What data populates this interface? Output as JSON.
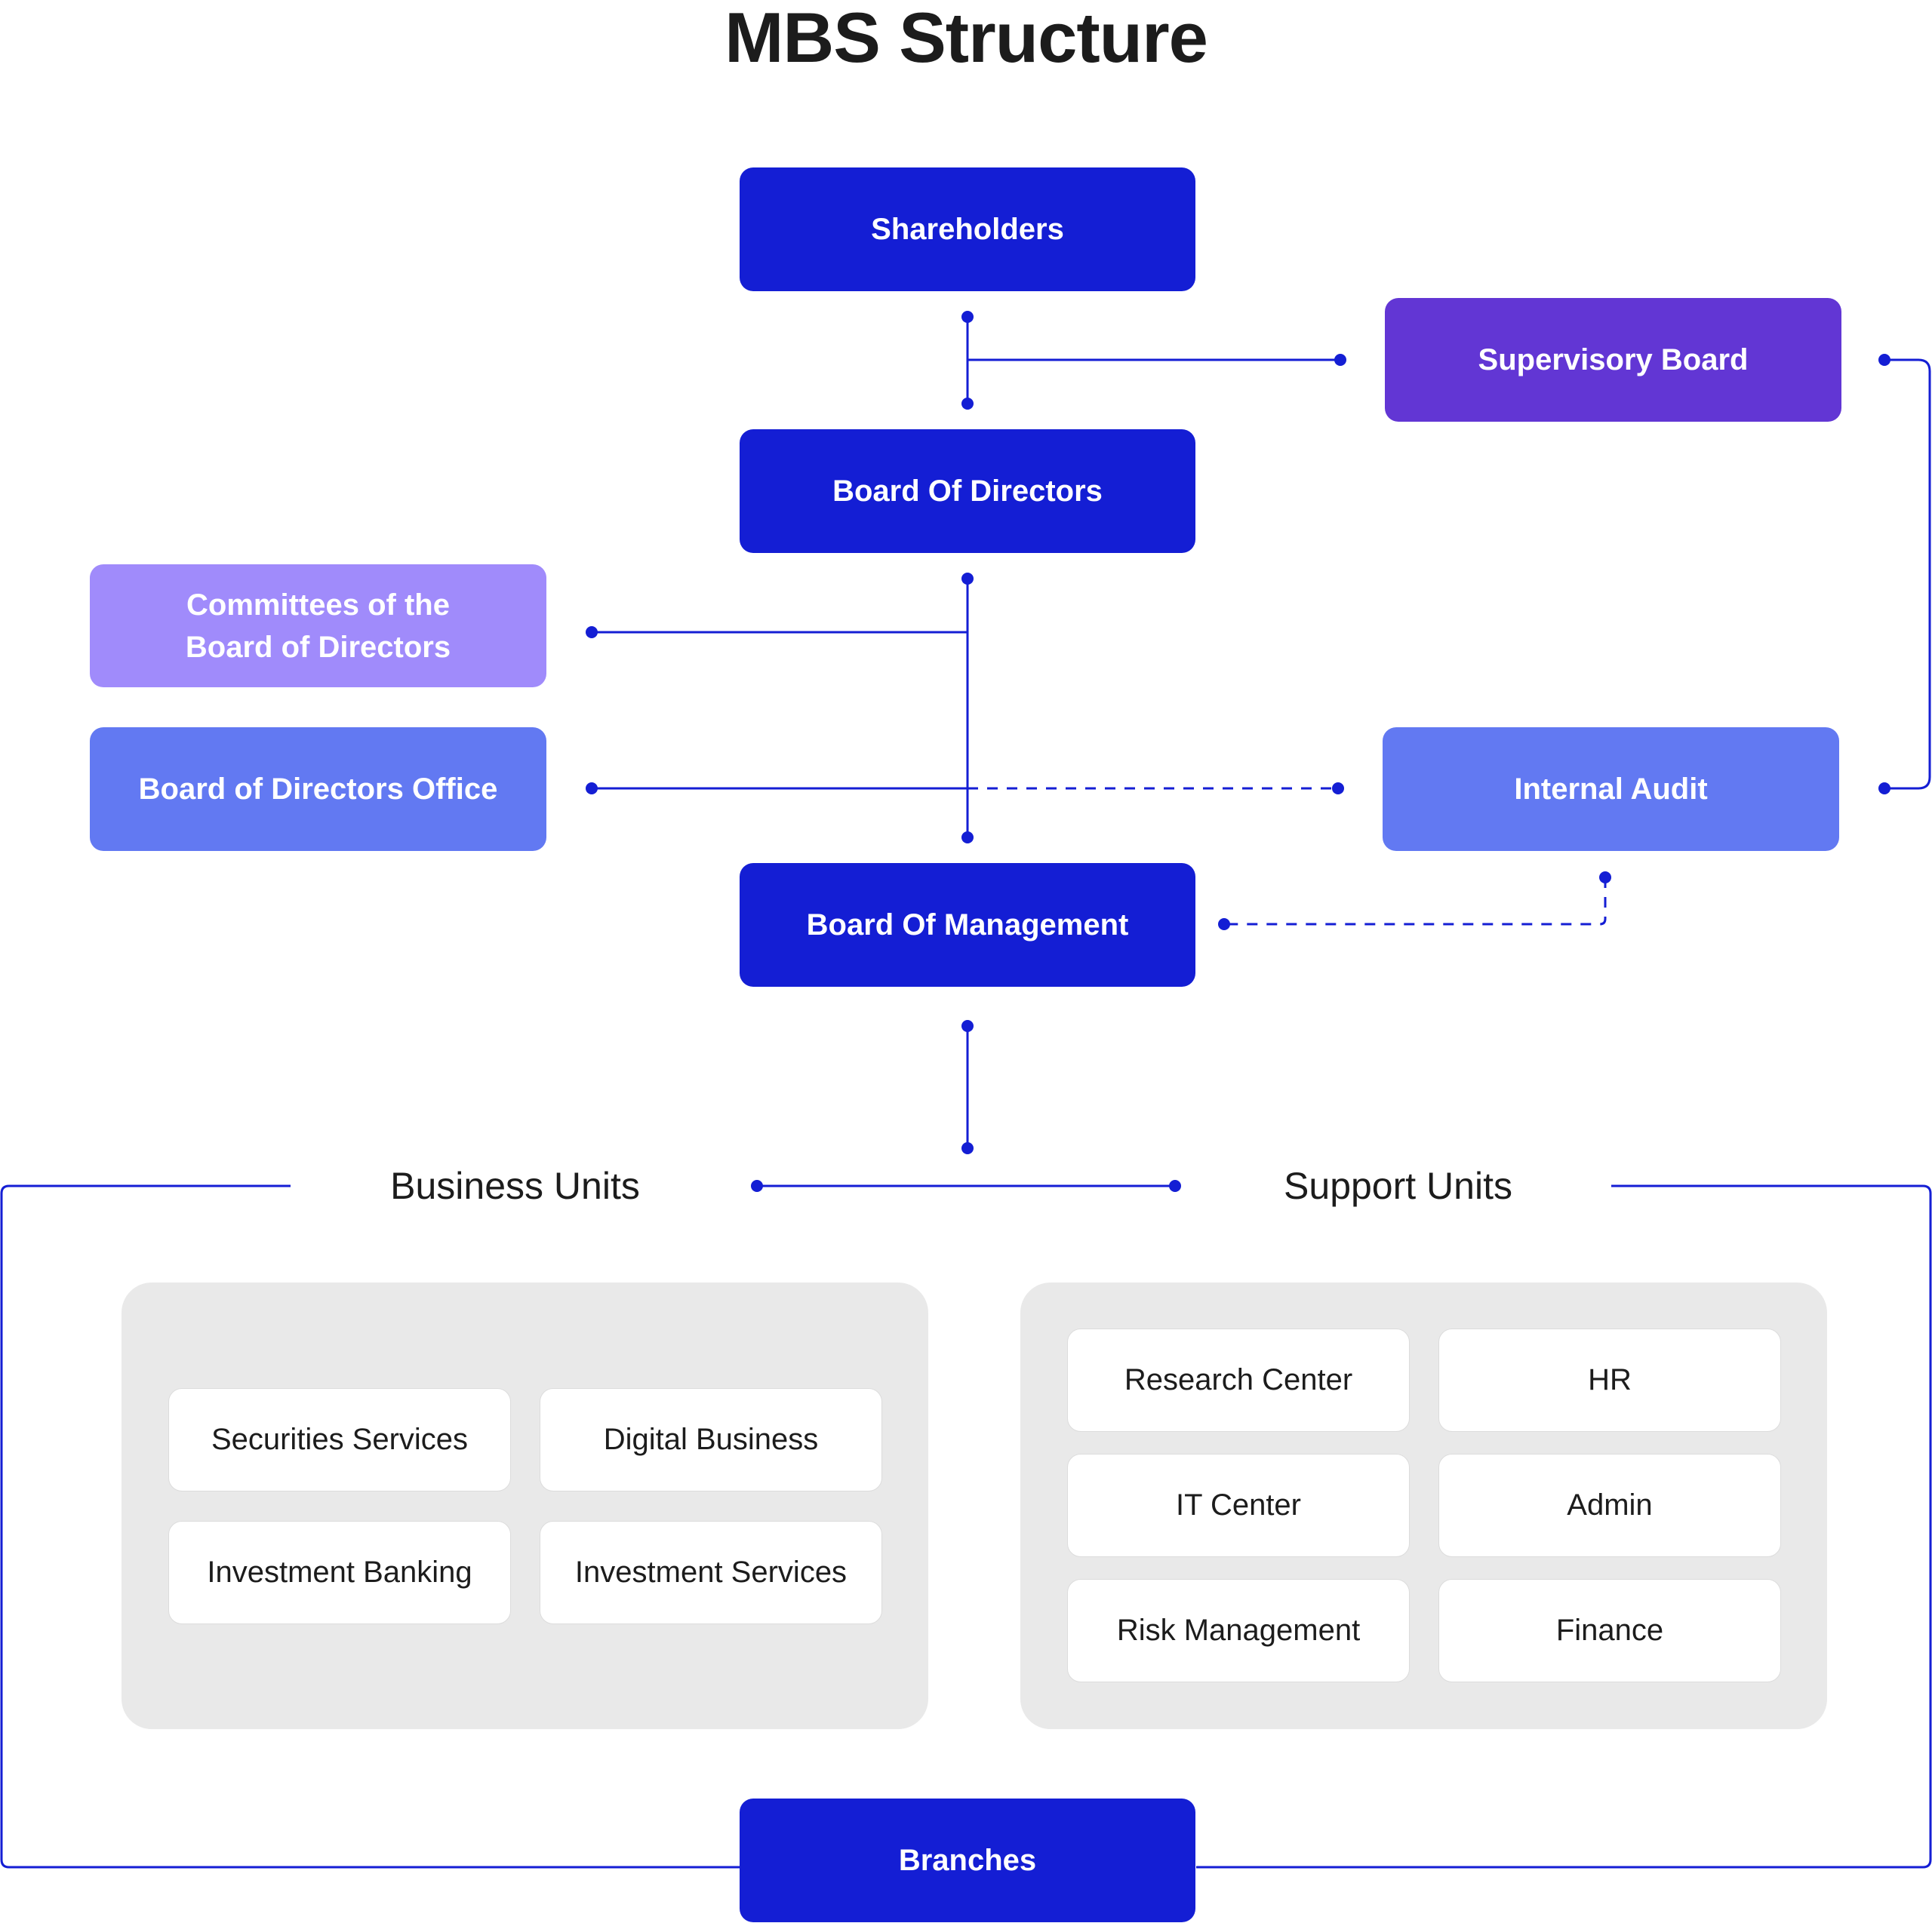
{
  "title": "MBS Structure",
  "nodes": {
    "shareholders": "Shareholders",
    "supervisory_board": "Supervisory Board",
    "board_of_directors": "Board Of Directors",
    "committees_line1": "Committees of the",
    "committees_line2": "Board of Directors",
    "bod_office": "Board of Directors Office",
    "internal_audit": "Internal Audit",
    "board_of_management": "Board Of Management",
    "branches": "Branches"
  },
  "sections": {
    "business_units": "Business Units",
    "support_units": "Support Units"
  },
  "business_units": [
    "Securities Services",
    "Digital Business",
    "Investment Banking",
    "Investment Services"
  ],
  "support_units": [
    "Research Center",
    "HR",
    "IT Center",
    "Admin",
    "Risk Management",
    "Finance"
  ],
  "colors": {
    "primary": "#141ed4",
    "supervisory": "#6236d4",
    "committees": "#a08bfb",
    "secondary": "#6279f2",
    "panel": "#e9e9e9",
    "connector": "#141ed4"
  }
}
